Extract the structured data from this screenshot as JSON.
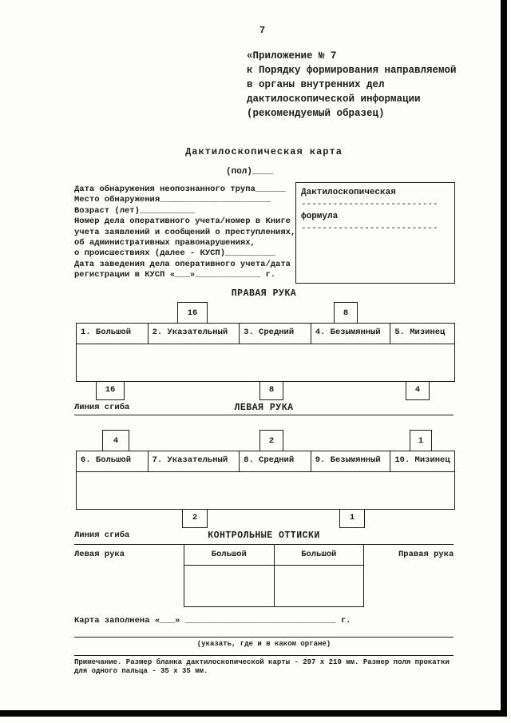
{
  "page": {
    "number": "7"
  },
  "header": {
    "lines": [
      "«Приложение № 7",
      "к Порядку формирования направляемой",
      "в органы внутренних дел",
      "дактилоскопической информации",
      "(рекомендуемый образец)"
    ]
  },
  "form": {
    "title": "Дактилоскопическая карта",
    "sex_label": "(пол)____",
    "fields": [
      "Дата обнаружения неопознанного трупа______",
      "Место обнаружения______________________",
      "Возраст (лет)___________",
      "Номер дела оперативного учета/номер в Книге",
      "учета заявлений и сообщений о преступлениях,",
      "об административных правонарушениях,",
      "о происшествиях (далее - КУСП)__________",
      "Дата заведения дела оперативного учета/дата",
      "регистрации в КУСП «___»_____________ г."
    ],
    "formula_box": {
      "title": "Дактилоскопическая",
      "dashes1": "--------------------------",
      "label": "формула",
      "dashes2": "--------------------------"
    }
  },
  "right_hand": {
    "title": "ПРАВАЯ РУКА",
    "top_tabs": [
      "16",
      "8"
    ],
    "fingers": [
      "1. Большой",
      "2. Указательный",
      "3. Средний",
      "4. Безымянный",
      "5. Мизинец"
    ],
    "bottom_tabs": [
      "16",
      "8",
      "4"
    ],
    "fold_label": "Линия сгиба"
  },
  "left_hand": {
    "title": "ЛЕВАЯ РУКА",
    "top_tabs": [
      "4",
      "2",
      "1"
    ],
    "fingers": [
      "6. Большой",
      "7. Указательный",
      "8. Средний",
      "9. Безымянный",
      "10. Мизинец"
    ],
    "bottom_tabs": [
      "2",
      "1"
    ],
    "fold_label": "Линия сгиба"
  },
  "control_prints": {
    "title": "КОНТРОЛЬНЫЕ ОТТИСКИ",
    "left_label": "Левая рука",
    "right_label": "Правая рука",
    "columns": [
      "Большой",
      "Большой"
    ]
  },
  "footer": {
    "card_filled": "Карта заполнена «___» ______________________________ г.",
    "org_hint": "(указать, где и в каком органе)",
    "note": "Примечание. Размер бланка дактилоскопической карты - 297 х 210 мм. Размер поля прокатки для одного пальца - 35 х 35 мм."
  }
}
